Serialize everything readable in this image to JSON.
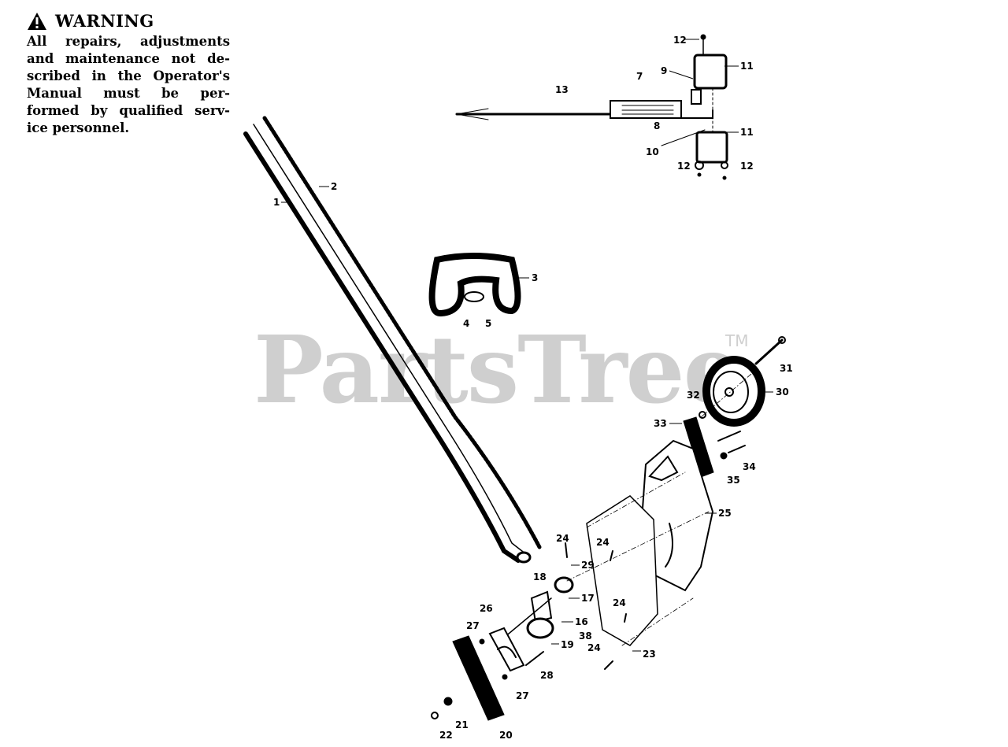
{
  "warning": {
    "title": "WARNING",
    "lines": [
      "All repairs, adjustments",
      "and maintenance not de-",
      "scribed in the Operator's",
      "Manual must be per-",
      "formed by qualified serv-",
      "ice personnel."
    ]
  },
  "watermark": {
    "text": "PartsTree",
    "trademark": "TM"
  },
  "part_numbers": [
    "1",
    "2",
    "3",
    "4",
    "5",
    "7",
    "8",
    "9",
    "10",
    "11",
    "11",
    "12",
    "12",
    "12",
    "13",
    "16",
    "17",
    "18",
    "19",
    "20",
    "21",
    "22",
    "23",
    "24",
    "24",
    "24",
    "24",
    "25",
    "26",
    "27",
    "27",
    "28",
    "29",
    "30",
    "31",
    "32",
    "33",
    "34",
    "35",
    "38"
  ]
}
